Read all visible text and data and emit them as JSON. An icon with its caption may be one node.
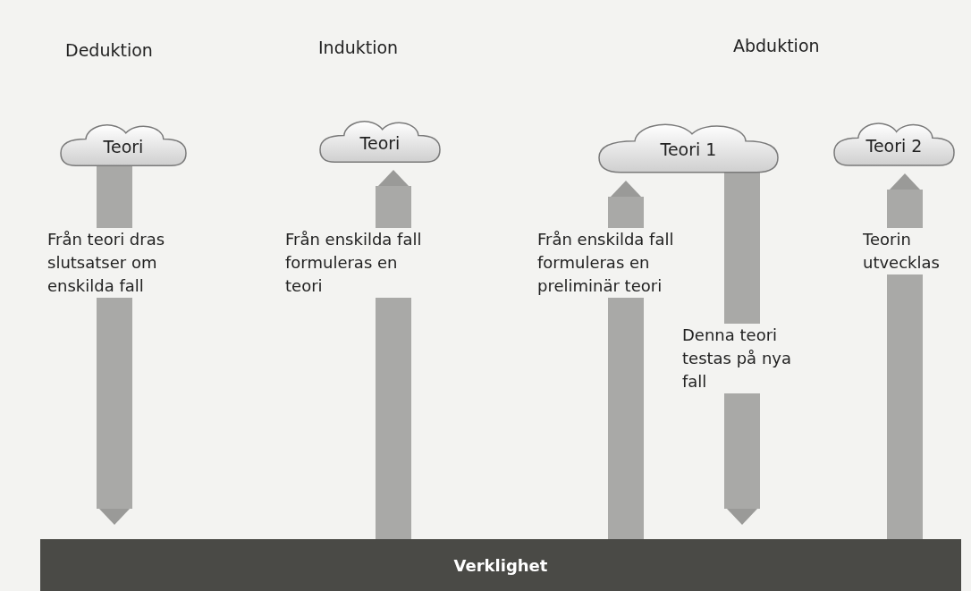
{
  "diagram": {
    "nodes": [
      {
        "text": [
          "Teori"
        ]
      },
      {
        "text": [
          "Teori"
        ]
      },
      {
        "text": [
          "Teori 1"
        ]
      },
      {
        "text": [
          "Teori 2"
        ]
      },
      {
        "text": [
          "Verklighet"
        ]
      }
    ],
    "edges": [
      {
        "from": 0,
        "to": 4,
        "arrow": "to",
        "label": "Från teori dras slutsatser om enskilda fall"
      },
      {
        "from": 4,
        "to": 1,
        "arrow": "to",
        "label": "Från enskilda fall formuleras en teori"
      },
      {
        "from": 4,
        "to": 2,
        "arrow": "to",
        "label": "Från enskilda fall formuleras en preliminär teori"
      },
      {
        "from": 2,
        "to": 4,
        "arrow": "to",
        "label": "Denna teori testas på nya fall"
      },
      {
        "from": 4,
        "to": 3,
        "arrow": "to",
        "label": "Teorin utvecklas"
      }
    ],
    "labels": [
      "Deduktion",
      "Induktion",
      "Abduktion"
    ]
  }
}
